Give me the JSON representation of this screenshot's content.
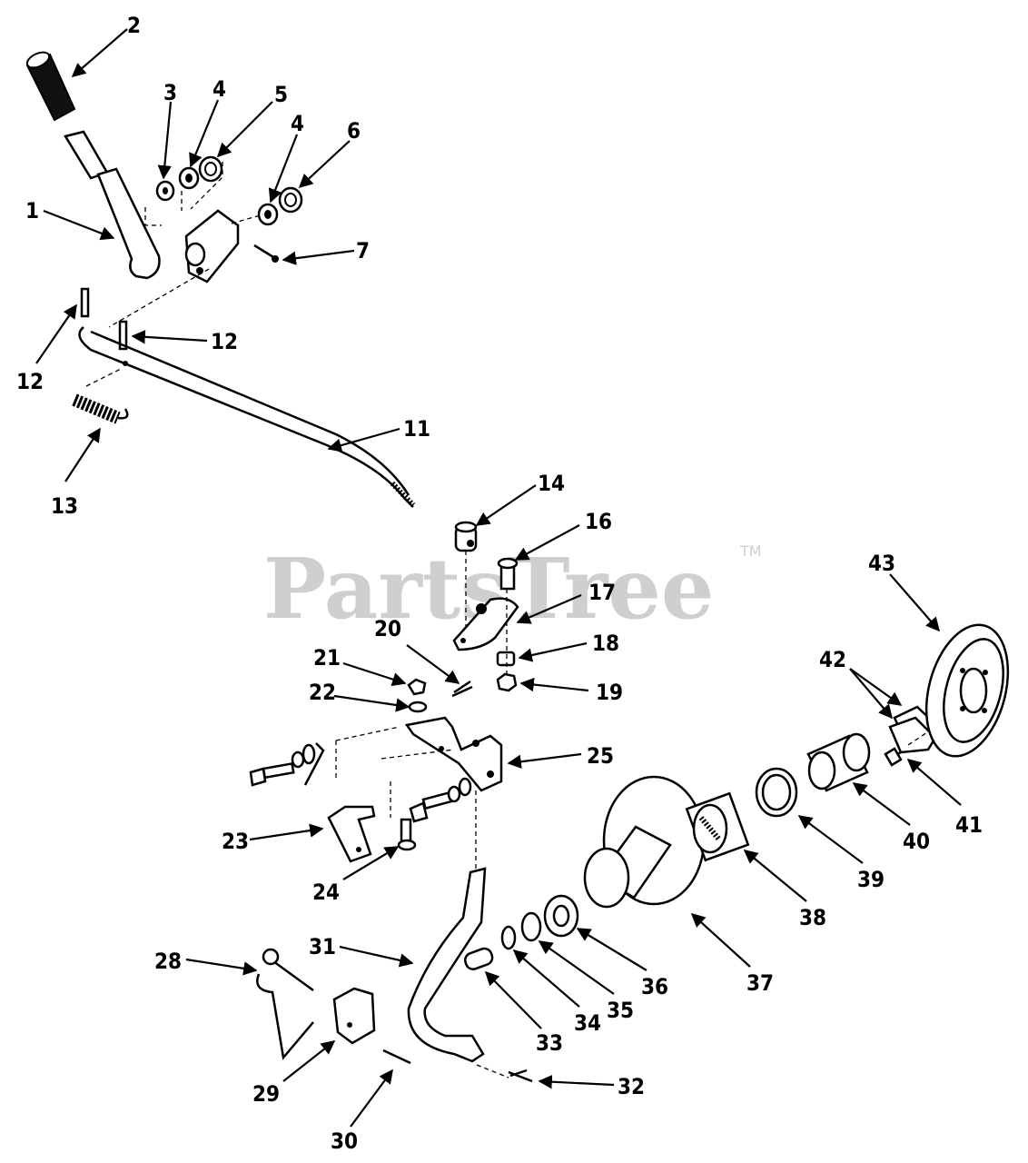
{
  "watermark": {
    "text": "PartsTree",
    "trademark": "TM"
  },
  "callouts": [
    "1",
    "2",
    "3",
    "4",
    "5",
    "4",
    "6",
    "7",
    "12",
    "12",
    "13",
    "11",
    "14",
    "16",
    "17",
    "18",
    "19",
    "20",
    "21",
    "22",
    "25",
    "23",
    "24",
    "31",
    "28",
    "29",
    "30",
    "32",
    "33",
    "34",
    "35",
    "36",
    "37",
    "38",
    "39",
    "40",
    "41",
    "42",
    "43"
  ]
}
